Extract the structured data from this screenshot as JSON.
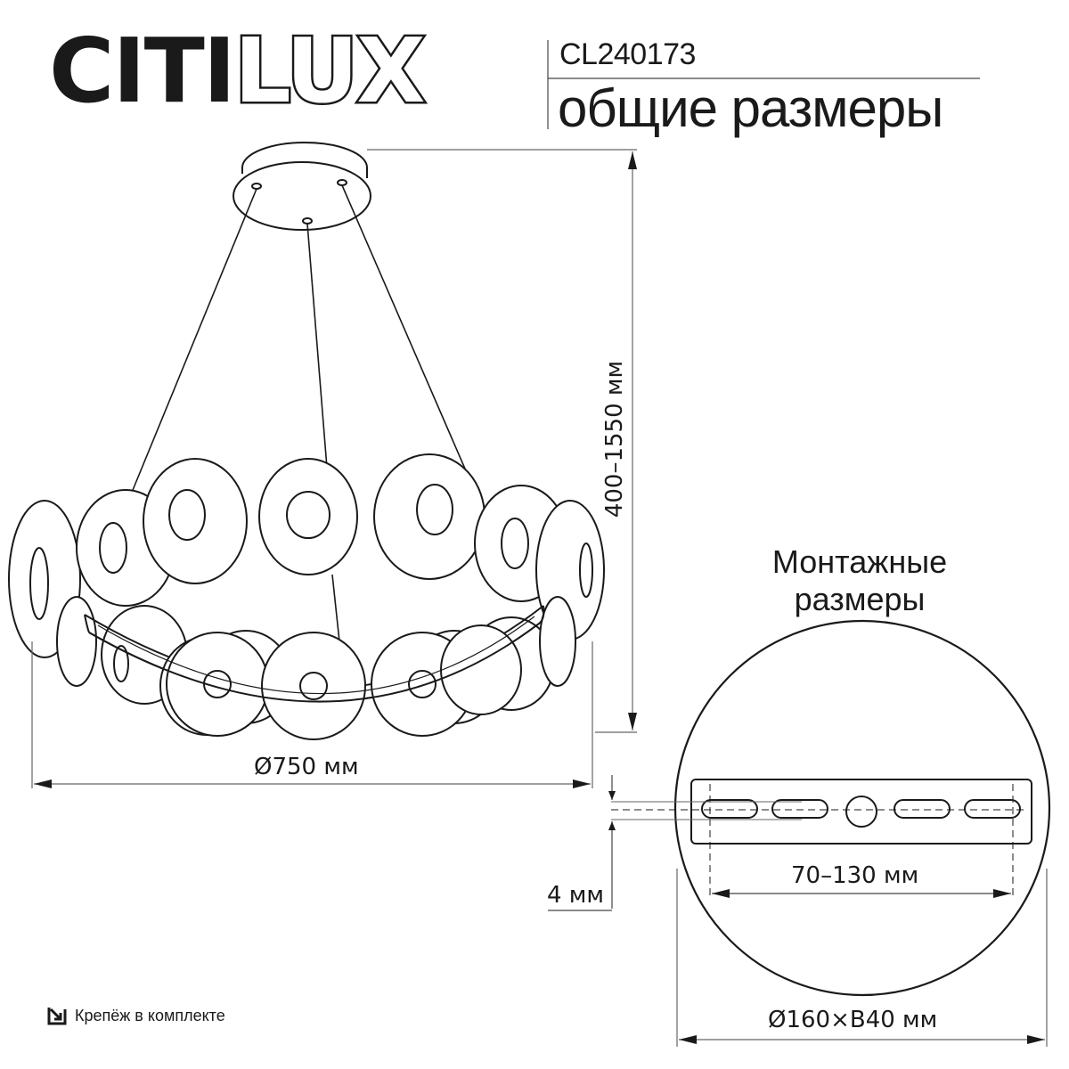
{
  "header": {
    "brand_left": "CITI",
    "brand_right": "LUX",
    "model": "CL240173",
    "subtitle": "общие размеры"
  },
  "dimensions": {
    "height_range": "400–1550 мм",
    "diameter": "Ø750 мм",
    "plate_thickness": "4 мм",
    "mount_spacing": "70–130 мм",
    "canopy": "Ø160×В40 мм"
  },
  "mounting": {
    "title_line1": "Монтажные",
    "title_line2": "размеры"
  },
  "footer": {
    "icon": "arrow-into-box-icon",
    "note": "Крепёж в комплекте"
  },
  "colors": {
    "line": "#1a1a1a",
    "dim_line": "#555555",
    "background": "#ffffff"
  }
}
